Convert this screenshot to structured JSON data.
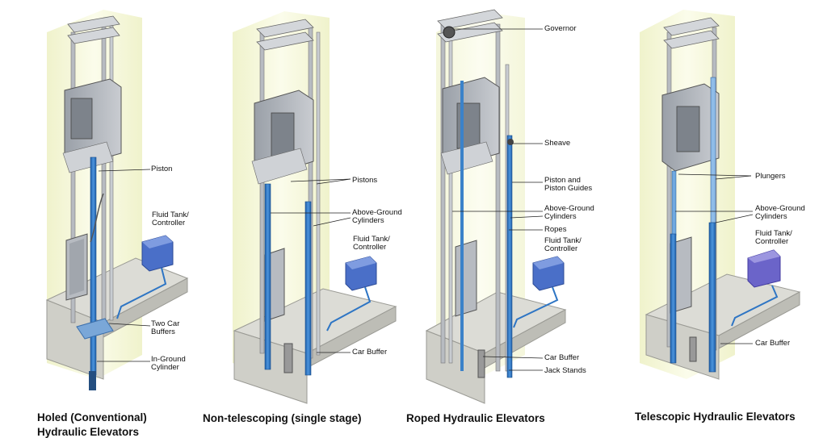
{
  "diagrams": [
    {
      "caption": "Holed (Conventional)",
      "caption_line2": "Hydraulic Elevators",
      "labels": {
        "piston": [
          "Piston"
        ],
        "fluid_tank": [
          "Fluid Tank/",
          "Controller"
        ],
        "buffers": [
          "Two Car",
          "Buffers"
        ],
        "cylinder": [
          "In-Ground",
          "Cylinder"
        ]
      }
    },
    {
      "caption": "Non-telescoping (single stage)",
      "labels": {
        "pistons": [
          "Pistons"
        ],
        "cylinders": [
          "Above-Ground",
          "Cylinders"
        ],
        "fluid_tank": [
          "Fluid Tank/",
          "Controller"
        ],
        "buffer": [
          "Car Buffer"
        ]
      }
    },
    {
      "caption": "Roped Hydraulic Elevators",
      "labels": {
        "governor": [
          "Governor"
        ],
        "sheave": [
          "Sheave"
        ],
        "piston_guides": [
          "Piston and",
          "Piston Guides"
        ],
        "cylinders": [
          "Above-Ground",
          "Cylinders"
        ],
        "ropes": [
          "Ropes"
        ],
        "fluid_tank": [
          "Fluid Tank/",
          "Controller"
        ],
        "buffer": [
          "Car Buffer"
        ],
        "jack_stands": [
          "Jack Stands"
        ]
      }
    },
    {
      "caption": "Telescopic Hydraulic Elevators",
      "labels": {
        "plungers": [
          "Plungers"
        ],
        "cylinders": [
          "Above-Ground",
          "Cylinders"
        ],
        "fluid_tank": [
          "Fluid Tank/",
          "Controller"
        ],
        "buffer": [
          "Car Buffer"
        ]
      }
    }
  ],
  "colors": {
    "shaft_glow": "#f3f5d2",
    "floor": "#dcdcd6",
    "pit": "#c9c9c2",
    "metal": "#c4c7cc",
    "metal_dark": "#8b9098",
    "cylinder": "#2e75c4",
    "tank": "#4a6fc8",
    "tank_telescopic": "#6b64c9"
  }
}
